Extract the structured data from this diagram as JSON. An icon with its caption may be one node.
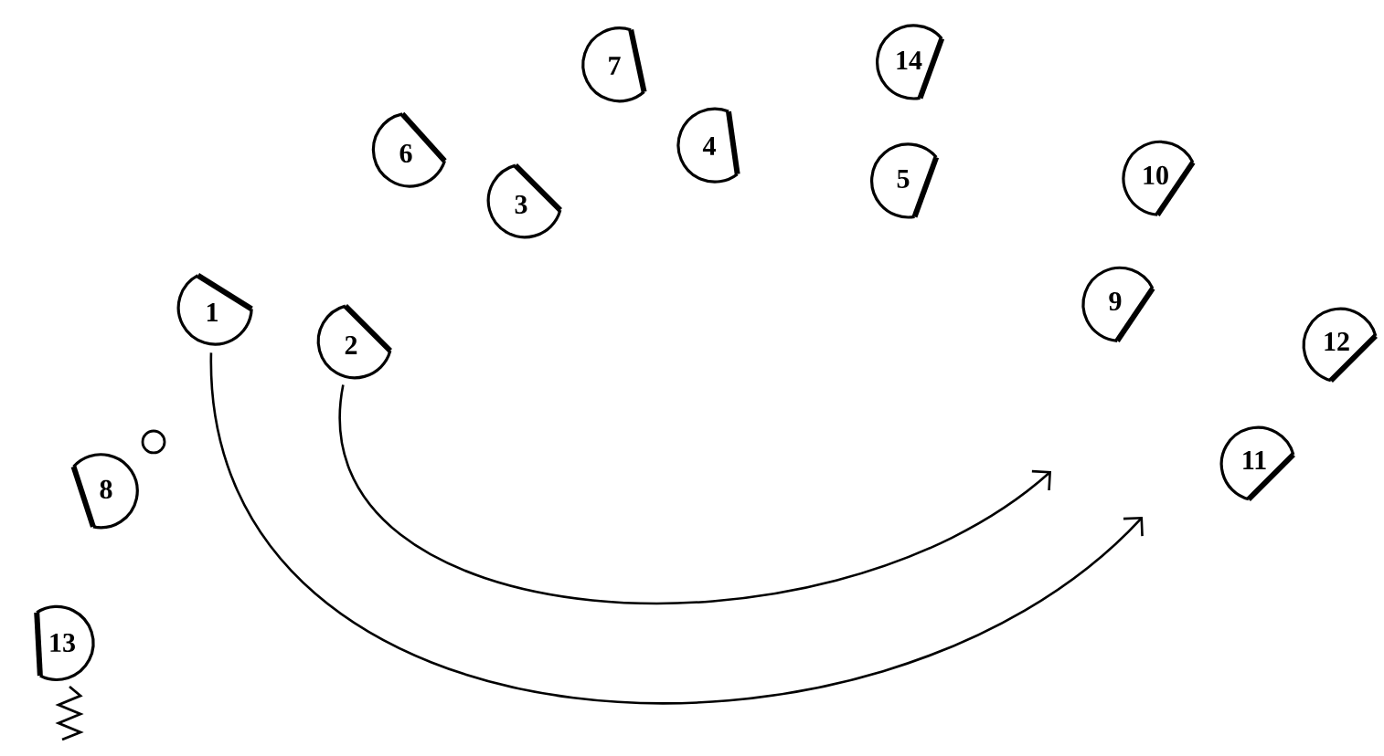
{
  "diagram": {
    "nodes": [
      {
        "text": [
          "1"
        ]
      },
      {
        "text": [
          "2"
        ]
      },
      {
        "text": [
          "3"
        ]
      },
      {
        "text": [
          "4"
        ]
      },
      {
        "text": [
          "5"
        ]
      },
      {
        "text": [
          "6"
        ]
      },
      {
        "text": [
          "7"
        ]
      },
      {
        "text": [
          "8"
        ]
      },
      {
        "text": [
          "9"
        ]
      },
      {
        "text": [
          "10"
        ]
      },
      {
        "text": [
          "11"
        ]
      },
      {
        "text": [
          "12"
        ]
      },
      {
        "text": [
          "13"
        ]
      },
      {
        "text": [
          "14"
        ]
      }
    ],
    "edges": [
      {
        "from": 0,
        "to": null,
        "arrow": "to"
      },
      {
        "from": 1,
        "to": null,
        "arrow": "to"
      }
    ]
  }
}
